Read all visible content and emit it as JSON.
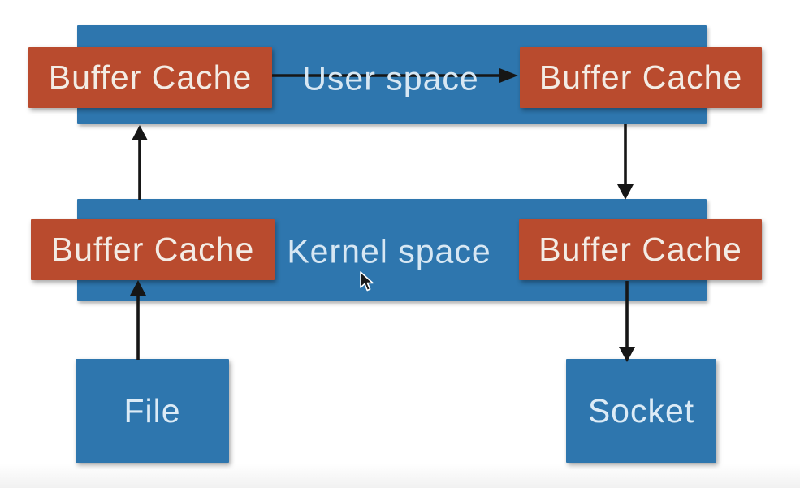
{
  "slide": {
    "user_space": {
      "label": "User space"
    },
    "kernel_space": {
      "label": "Kernel space"
    },
    "buffer_caches": {
      "user_left": "Buffer Cache",
      "user_right": "Buffer Cache",
      "kernel_left": "Buffer Cache",
      "kernel_right": "Buffer Cache"
    },
    "endpoints": {
      "file": "File",
      "socket": "Socket"
    },
    "arrows": [
      {
        "from": "file",
        "to": "kernel-left-buffer-cache",
        "direction": "up"
      },
      {
        "from": "kernel-left-buffer-cache",
        "to": "user-left-buffer-cache",
        "direction": "up"
      },
      {
        "from": "user-left-buffer-cache",
        "to": "user-right-buffer-cache",
        "direction": "right"
      },
      {
        "from": "user-right-buffer-cache",
        "to": "kernel-right-buffer-cache",
        "direction": "down"
      },
      {
        "from": "kernel-right-buffer-cache",
        "to": "socket",
        "direction": "down"
      }
    ],
    "colors": {
      "band_blue": "#2e76ae",
      "box_red": "#b94b2e",
      "endpoint_blue": "#2e76ae",
      "arrow_black": "#161616",
      "band_label_text": "#d7e7f3",
      "box_label_text": "#f3ece5",
      "endpoint_label_text": "#dcebf6"
    }
  }
}
